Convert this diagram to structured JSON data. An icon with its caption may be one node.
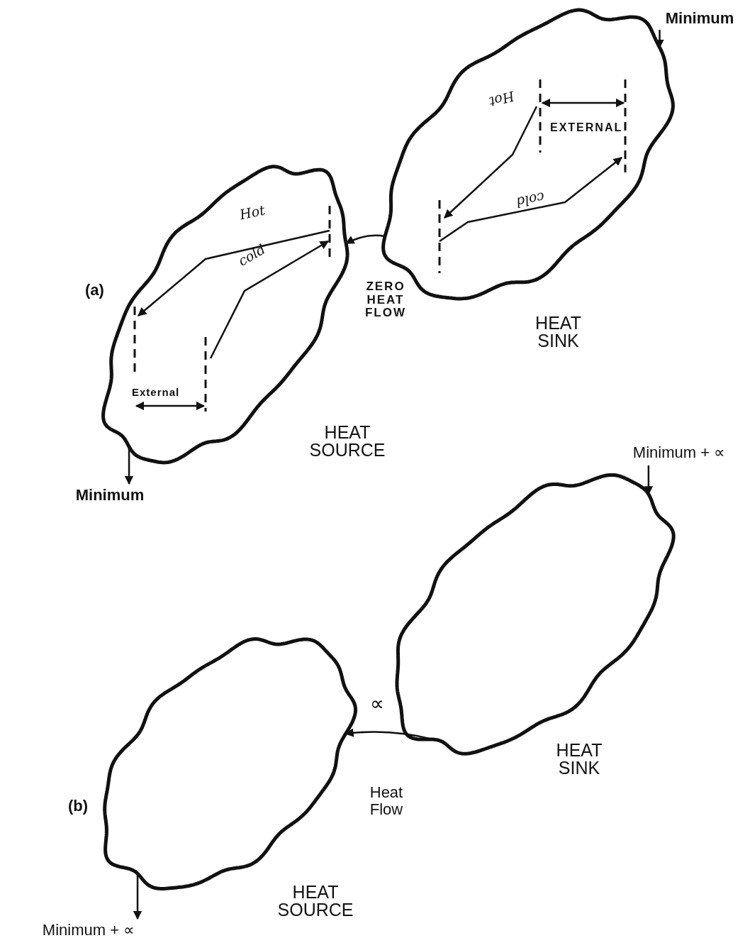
{
  "diagram": {
    "nodes": [
      {
        "text": [
          "HEAT SOURCE"
        ]
      },
      {
        "text": [
          "HEAT SINK"
        ]
      },
      {
        "text": [
          "Minimum"
        ]
      },
      {
        "text": [
          "Minimum"
        ]
      },
      {
        "text": [
          "HEAT SOURCE"
        ]
      },
      {
        "text": [
          "HEAT SINK"
        ]
      },
      {
        "text": [
          "Minimum + ∝"
        ]
      },
      {
        "text": [
          "Minimum + ∝"
        ]
      }
    ],
    "edges": [
      {
        "from": 2,
        "to": 1,
        "arrow": "to"
      },
      {
        "from": 1,
        "to": 0,
        "arrow": "to"
      },
      {
        "from": 0,
        "to": 3,
        "arrow": "to"
      },
      {
        "from": 6,
        "to": 5,
        "arrow": "to"
      },
      {
        "from": 5,
        "to": 4,
        "arrow": "to",
        "label": "∝"
      },
      {
        "from": 4,
        "to": 7,
        "arrow": "to"
      }
    ],
    "labels": [
      "EXTERNAL",
      "Hot",
      "cold",
      "Hot",
      "cold",
      "(a)",
      "ZERO HEAT FLOW",
      "External",
      "Heat Flow",
      "(b)"
    ]
  }
}
